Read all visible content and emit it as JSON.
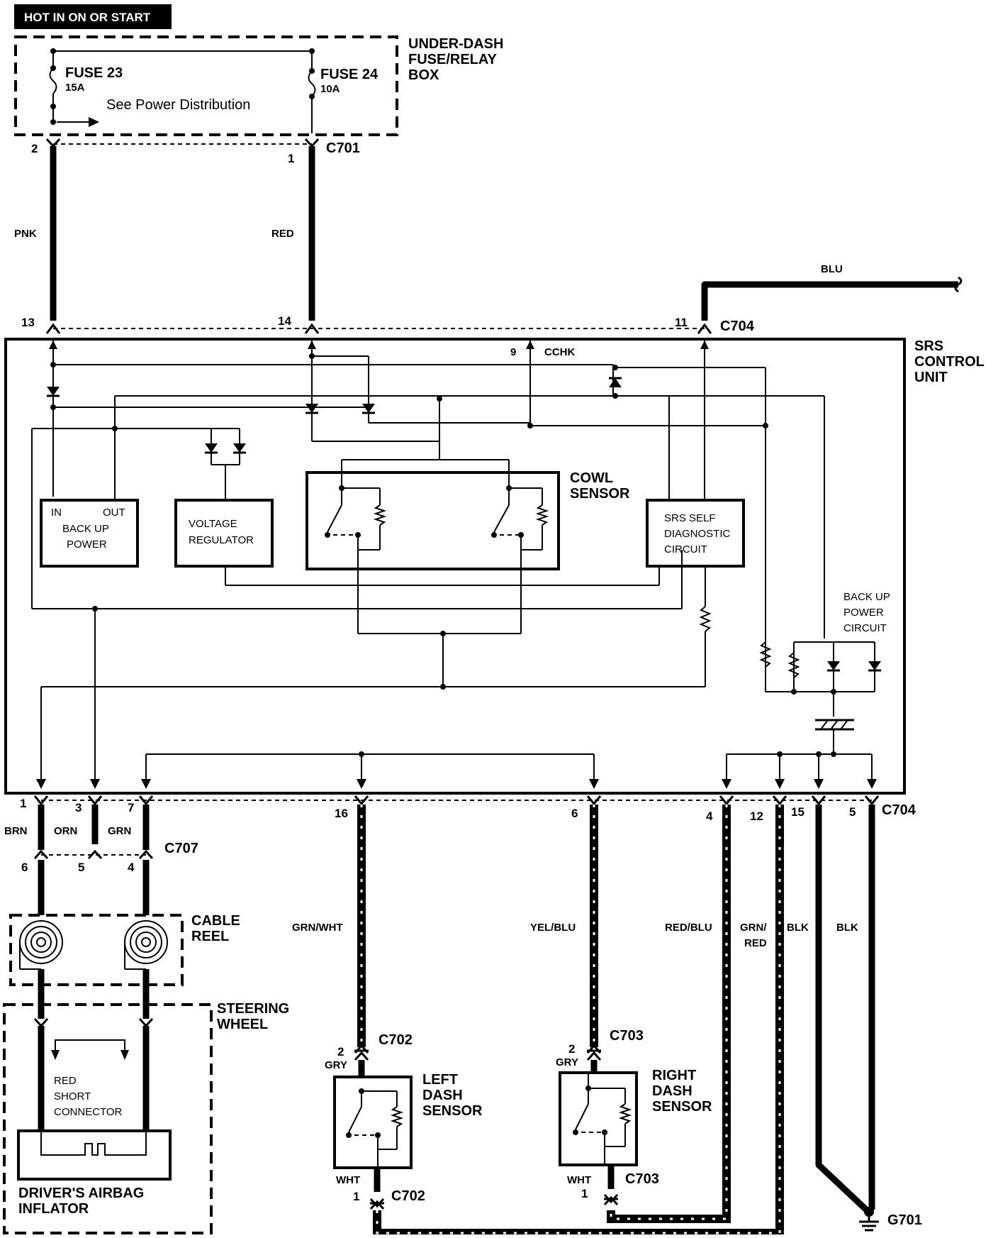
{
  "header": {
    "hot_label": "HOT IN ON OR START"
  },
  "fuse_box": {
    "title": [
      "UNDER-DASH",
      "FUSE/RELAY",
      "BOX"
    ],
    "fuse_left": {
      "name": "FUSE 23",
      "rating": "15A"
    },
    "fuse_right": {
      "name": "FUSE 24",
      "rating": "10A"
    },
    "note": "See Power Distribution"
  },
  "connectors": {
    "c701": "C701",
    "c704_top": "C704",
    "c704_bottom": "C704",
    "c707": "C707",
    "c702_top": "C702",
    "c702_bottom": "C702",
    "c703_top": "C703",
    "c703_bottom": "C703",
    "g701": "G701"
  },
  "pins": {
    "c701_left": "2",
    "c701_right": "1",
    "srs_13": "13",
    "srs_14": "14",
    "srs_11": "11",
    "srs_9": "9",
    "bot_1": "1",
    "bot_3": "3",
    "bot_7": "7",
    "bot_16": "16",
    "bot_6": "6",
    "bot_4": "4",
    "bot_12": "12",
    "bot_15": "15",
    "bot_5": "5",
    "c707_6": "6",
    "c707_5": "5",
    "c707_4": "4",
    "c702_2": "2",
    "c702_1": "1",
    "c703_2": "2",
    "c703_1": "1"
  },
  "wires": {
    "pnk": "PNK",
    "red": "RED",
    "blu": "BLU",
    "brn": "BRN",
    "orn": "ORN",
    "grn": "GRN",
    "grn_wht": "GRN/WHT",
    "yel_blu": "YEL/BLU",
    "red_blu": "RED/BLU",
    "grn_red": [
      "GRN/",
      "RED"
    ],
    "blk1": "BLK",
    "blk2": "BLK",
    "gry1": "GRY",
    "gry2": "GRY",
    "wht1": "WHT",
    "wht2": "WHT"
  },
  "srs_unit": {
    "title": [
      "SRS",
      "CONTROL",
      "UNIT"
    ],
    "cchk": "CCHK",
    "backup_power": {
      "in": "IN",
      "out": "OUT",
      "label": [
        "BACK UP",
        "POWER"
      ]
    },
    "voltage_regulator": [
      "VOLTAGE",
      "REGULATOR"
    ],
    "cowl_sensor": [
      "COWL",
      "SENSOR"
    ],
    "self_diag": [
      "SRS SELF",
      "DIAGNOSTIC",
      "CIRCUIT"
    ],
    "backup_power_circuit": [
      "BACK UP",
      "POWER",
      "CIRCUIT"
    ]
  },
  "components": {
    "cable_reel": [
      "CABLE",
      "REEL"
    ],
    "steering_wheel": [
      "STEERING",
      "WHEEL"
    ],
    "red_short_connector": [
      "RED",
      "SHORT",
      "CONNECTOR"
    ],
    "airbag_inflator": [
      "DRIVER'S AIRBAG",
      "INFLATOR"
    ],
    "left_dash_sensor": [
      "LEFT",
      "DASH",
      "SENSOR"
    ],
    "right_dash_sensor": [
      "RIGHT",
      "DASH",
      "SENSOR"
    ]
  }
}
